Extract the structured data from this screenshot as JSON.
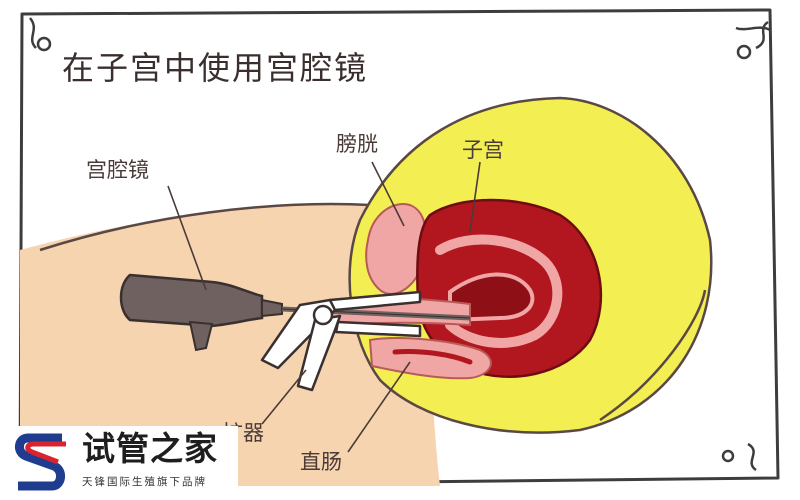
{
  "title": "在子宫中使用宫腔镜",
  "labels": {
    "hysteroscope": "宫腔镜",
    "bladder": "膀胱",
    "uterus": "子宫",
    "dilator": "扩器",
    "rectum": "直肠"
  },
  "watermark": {
    "name": "试管之家",
    "tagline": "天锋国际生殖旗下品牌"
  },
  "colors": {
    "frame": "#3d3d3d",
    "skin": "#f6d4b0",
    "yellow": "#f3ee52",
    "uterus": "#b2161f",
    "uterus_dark": "#8e0f16",
    "pink": "#f0a6a4",
    "scope": "#6e615f",
    "logo_red": "#d9232e",
    "logo_blue": "#1f3c8f"
  }
}
